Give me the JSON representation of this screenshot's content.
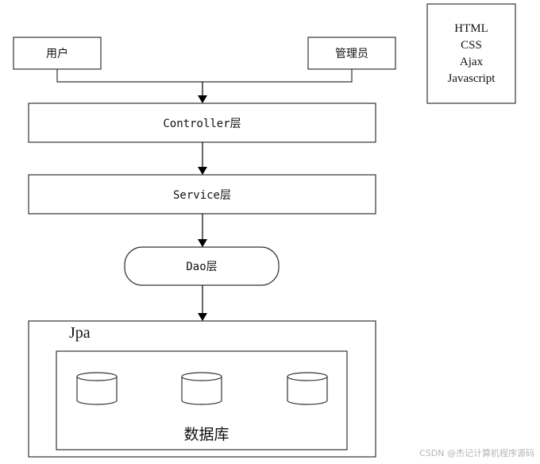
{
  "diagram": {
    "user_label": "用户",
    "admin_label": "管理员",
    "controller_label": "Controller层",
    "service_label": "Service层",
    "dao_label": "Dao层",
    "jpa_label": "Jpa",
    "database_label": "数据库",
    "tech_stack": [
      "HTML",
      "CSS",
      "Ajax",
      "Javascript"
    ]
  },
  "watermark": "CSDN @杰记计算机程序源码"
}
